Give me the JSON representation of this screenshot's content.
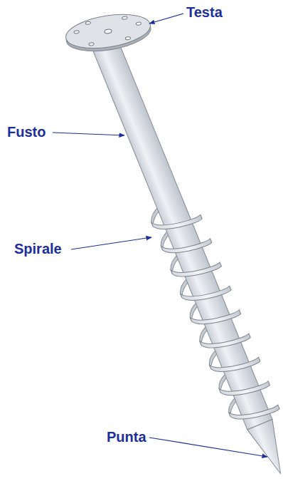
{
  "diagram": {
    "labels": [
      "Testa",
      "Fusto",
      "Spirale",
      "Punta"
    ]
  }
}
